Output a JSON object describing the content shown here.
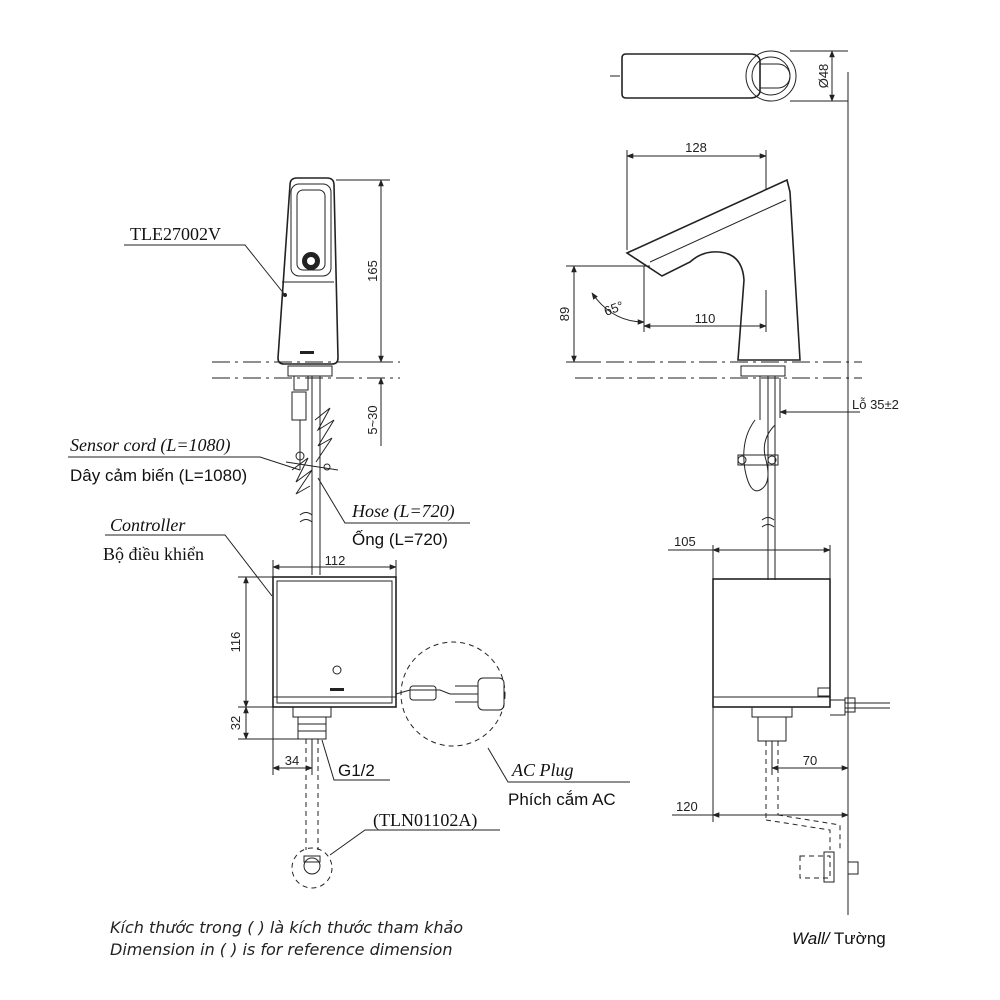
{
  "labels": {
    "model_code": "TLE27002V",
    "sensor_cord_en": "Sensor cord (L=1080)",
    "sensor_cord_vi": "Dây cảm biến (L=1080)",
    "hose_en": "Hose (L=720)",
    "hose_vi": "Ống (L=720)",
    "controller_en": "Controller",
    "controller_vi": "Bộ điều khiển",
    "ac_plug_en": "AC Plug",
    "ac_plug_vi": "Phích cắm AC",
    "thread": "G1/2",
    "valve_code": "(TLN01102A)",
    "hole": "Lỗ 35±2",
    "wall": "Wall/",
    "wall_vi": " Tường"
  },
  "dimensions": {
    "faucet_height": "165",
    "mount_range": "5~30",
    "controller_width": "112",
    "controller_height": "116",
    "bottom_height": "32",
    "outlet_offset": "34",
    "diameter": "Ø48",
    "spout_reach": "128",
    "spout_height": "89",
    "angle": "65°",
    "spout_to_center": "110",
    "controller_depth": "105",
    "wall_offset": "70",
    "wall_to_controller": "120"
  },
  "notes": {
    "line_vi": "Kích thước trong ( ) là kích thước tham khảo",
    "line_en": "Dimension in ( ) is for reference dimension"
  }
}
